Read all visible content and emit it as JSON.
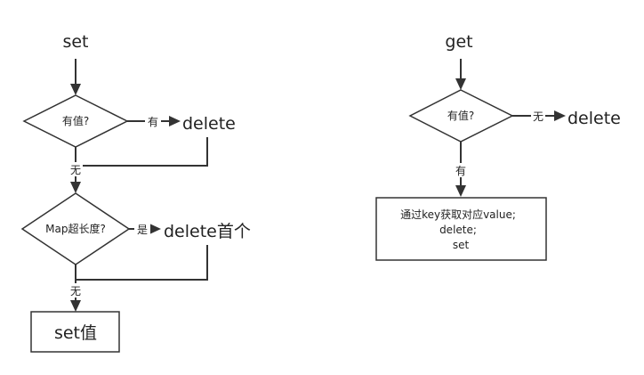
{
  "left_flow": {
    "start_label": "set",
    "decision_1": "有值?",
    "decision_1_yes": "有",
    "decision_1_yes_target": "delete",
    "decision_1_no": "无",
    "decision_2": "Map超长度?",
    "decision_2_yes": "是",
    "decision_2_yes_target": "delete首个",
    "decision_2_no": "无",
    "end_box": "set值"
  },
  "right_flow": {
    "start_label": "get",
    "decision": "有值?",
    "decision_no": "无",
    "decision_no_target": "delete",
    "decision_yes": "有",
    "process_lines": [
      "通过key获取对应value;",
      "delete;",
      "set"
    ]
  },
  "colors": {
    "stroke": "#333333",
    "text": "#222222",
    "background": "#ffffff"
  }
}
